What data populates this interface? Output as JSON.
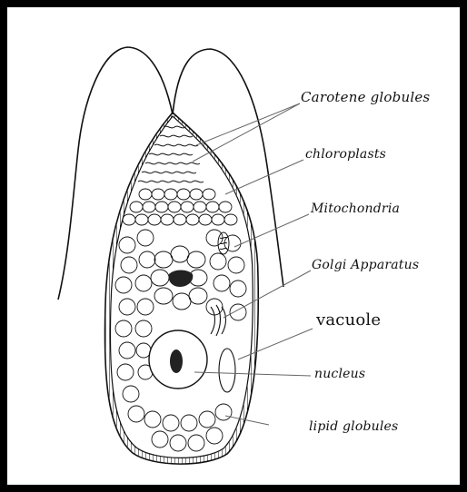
{
  "labels": {
    "carotene": "Carotene globules",
    "chloroplasts": "chloroplasts",
    "mitochondria": "Mitochondria",
    "golgi": "Golgi Apparatus",
    "vacuole": "vacuole",
    "nucleus": "nucleus",
    "lipid": "lipid globules"
  }
}
